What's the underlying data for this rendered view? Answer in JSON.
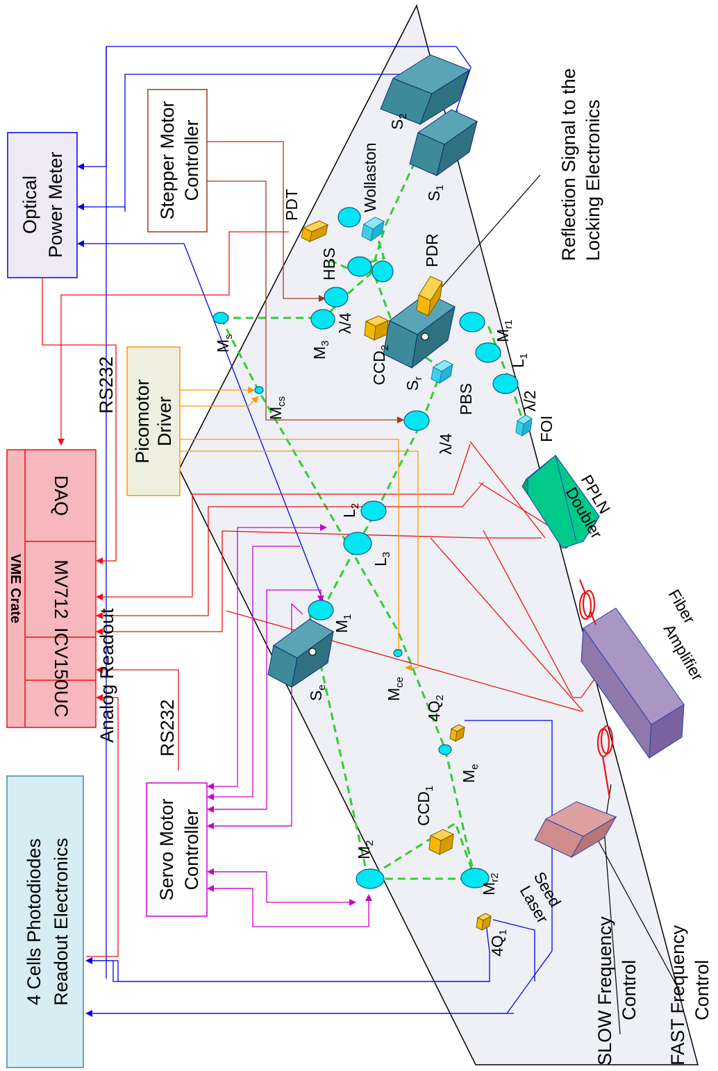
{
  "colors": {
    "table": "#eef0f6",
    "cube_dark": "#3d8a9b",
    "lens": "#00e6f2",
    "orange_block": "#f5b800",
    "beam": "#33cc33",
    "wire_blue": "#0000e6",
    "wire_red": "#ee1111",
    "wire_magenta": "#cc00cc",
    "wire_orange": "#ff9900",
    "wire_brown": "#a0391f",
    "vme": "#f6b7bd",
    "pplн": "#00c080",
    "fiber_amp": "#8f78aa",
    "seed_laser": "#cf8c8c"
  },
  "boxes": {
    "readout_line1": "4 Cells Photodiodes",
    "readout_line2": "Readout Electronics",
    "servo_line1": "Servo Motor",
    "servo_line2": "Controller",
    "stepper_line1": "Stepper Motor",
    "stepper_line2": "Controller",
    "picomotor_line1": "Picomotor",
    "picomotor_line2": "Driver",
    "power_meter_line1": "Optical",
    "power_meter_line2": "Power Meter",
    "vme_title": "VME Crate",
    "vme_uc": "UC",
    "vme_icv": "ICV150",
    "vme_mv": "MV712",
    "vme_daq": "DAQ"
  },
  "wire_labels": {
    "analog_readout": "Analog Readout",
    "rs232_servo": "RS232",
    "rs232_meter": "RS232",
    "reflection_line1": "Reflection Signal to the",
    "reflection_line2": "Locking Electronics",
    "slow_line1": "SLOW Frequency",
    "slow_line2": "Control",
    "fast_line1": "FAST Frequency",
    "fast_line2": "Control"
  },
  "components": {
    "s2": {
      "main": "S",
      "sub": "2"
    },
    "s1": {
      "main": "S",
      "sub": "1"
    },
    "wollaston": "Wollaston",
    "pdt": "PDT",
    "hbs": "HBS",
    "pdr": "PDR",
    "m3": {
      "main": "M",
      "sub": "3"
    },
    "qw_top": "λ/4",
    "ccd2": {
      "main": "CCD",
      "sub": "2"
    },
    "ms": {
      "main": "M",
      "sub": "s"
    },
    "mcs": {
      "main": "M",
      "sub": "cs"
    },
    "sr": {
      "main": "S",
      "sub": "r"
    },
    "mr1": {
      "main": "M",
      "sub": "r1"
    },
    "l1": {
      "main": "L",
      "sub": "1"
    },
    "hw": "λ/2",
    "pbs": "PBS",
    "qw_mid": "λ/4",
    "foi": "FOI",
    "pplн_line1": "PPLN",
    "pplн_line2": "Doubler",
    "l2": {
      "main": "L",
      "sub": "2"
    },
    "l3": {
      "main": "L",
      "sub": "3"
    },
    "fiber_line1": "Fiber",
    "fiber_line2": "Amplifier",
    "m1": {
      "main": "M",
      "sub": "1"
    },
    "se": {
      "main": "S",
      "sub": "e"
    },
    "mce": {
      "main": "M",
      "sub": "ce"
    },
    "q2": {
      "main": "4Q",
      "sub": "2"
    },
    "me": {
      "main": "M",
      "sub": "e"
    },
    "seed_line1": "Seed",
    "seed_line2": "Laser",
    "m2": {
      "main": "M",
      "sub": "2"
    },
    "ccd1": {
      "main": "CCD",
      "sub": "1"
    },
    "mr2": {
      "main": "M",
      "sub": "r2"
    },
    "q1": {
      "main": "4Q",
      "sub": "1"
    }
  }
}
